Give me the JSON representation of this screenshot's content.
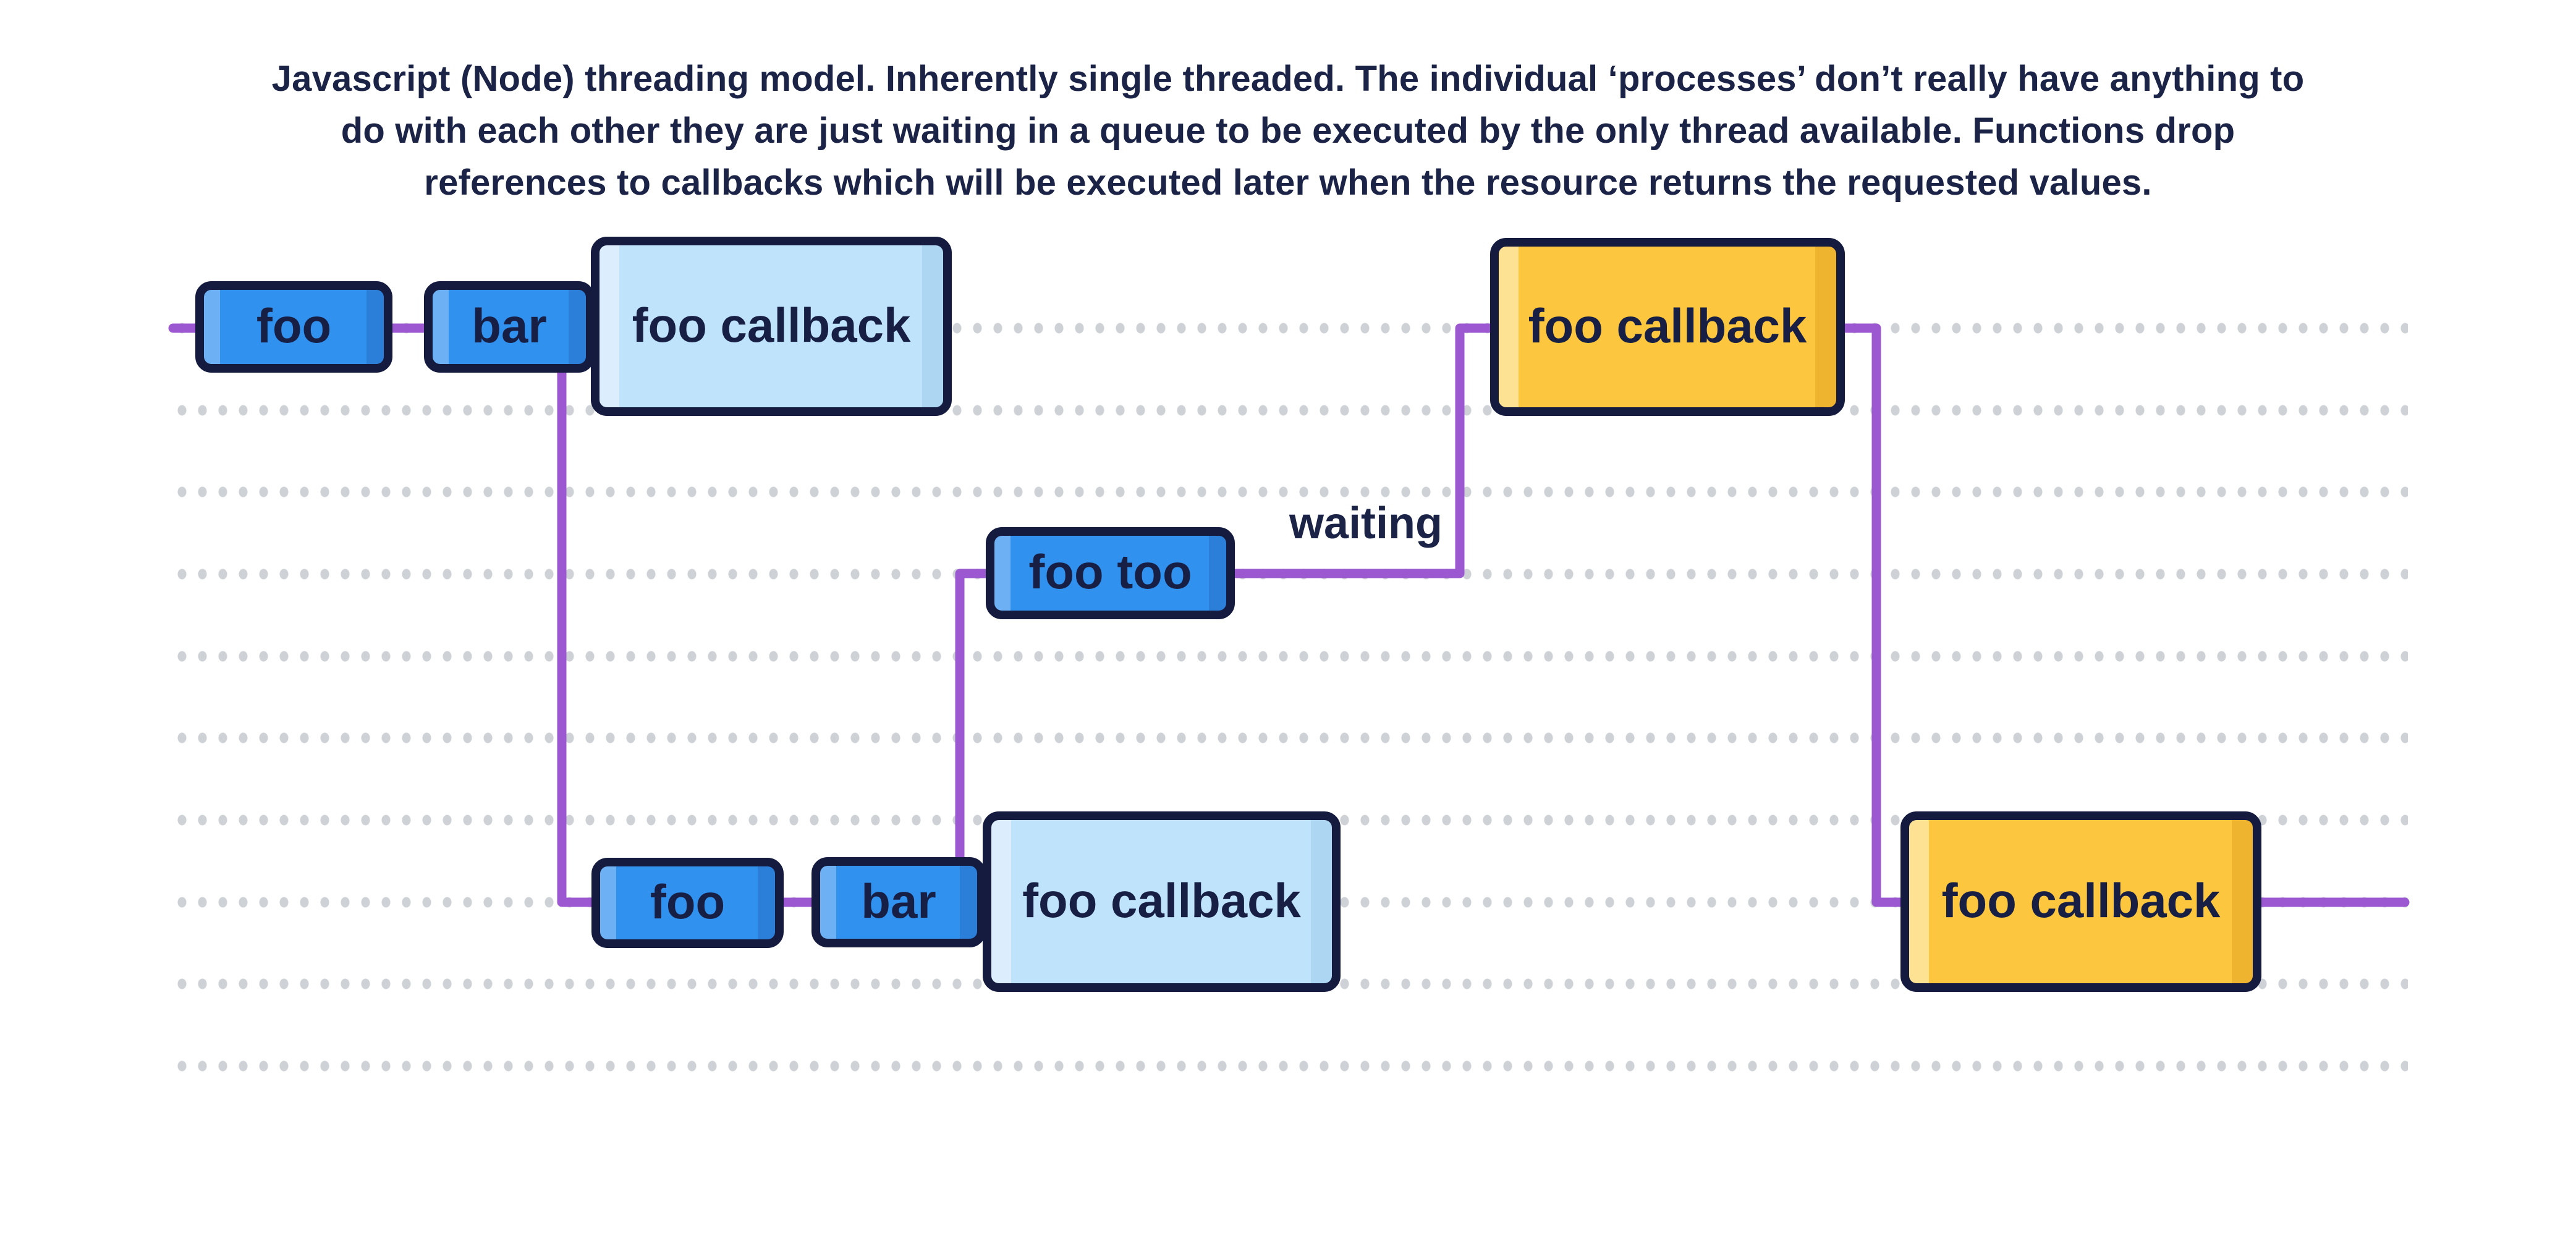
{
  "title": {
    "lines": [
      "Javascript (Node) threading model. Inherently single threaded. The individual ‘processes’ don’t really have anything to",
      "do with each other they are just waiting in a queue to be executed by the only thread available. Functions drop",
      "references to callbacks which will be executed later when the resource returns the requested values."
    ]
  },
  "thread": {
    "waiting_label": "waiting",
    "color": "#9b58d0"
  },
  "queue": {
    "dot_color": "#ced2d6",
    "row_count": 10
  },
  "palette": {
    "background": "#ffffff",
    "outline_navy": "#141b3e",
    "text_navy": "#1b2447",
    "process_blue": "#3191ef",
    "queued_callback_light_blue": "#bfe3fb",
    "executing_callback_yellow": "#fcc63e"
  },
  "boxes": {
    "foo_1": {
      "label": "foo",
      "variant": "blue"
    },
    "bar_1": {
      "label": "bar",
      "variant": "blue"
    },
    "queued_callback_1": {
      "label": "foo callback",
      "variant": "light-blue"
    },
    "foo_too": {
      "label": "foo too",
      "variant": "blue"
    },
    "foo_2": {
      "label": "foo",
      "variant": "blue"
    },
    "bar_2": {
      "label": "bar",
      "variant": "blue"
    },
    "queued_callback_2": {
      "label": "foo callback",
      "variant": "light-blue"
    },
    "executed_callback_1": {
      "label": "foo callback",
      "variant": "yellow"
    },
    "executed_callback_2": {
      "label": "foo callback",
      "variant": "yellow"
    }
  }
}
